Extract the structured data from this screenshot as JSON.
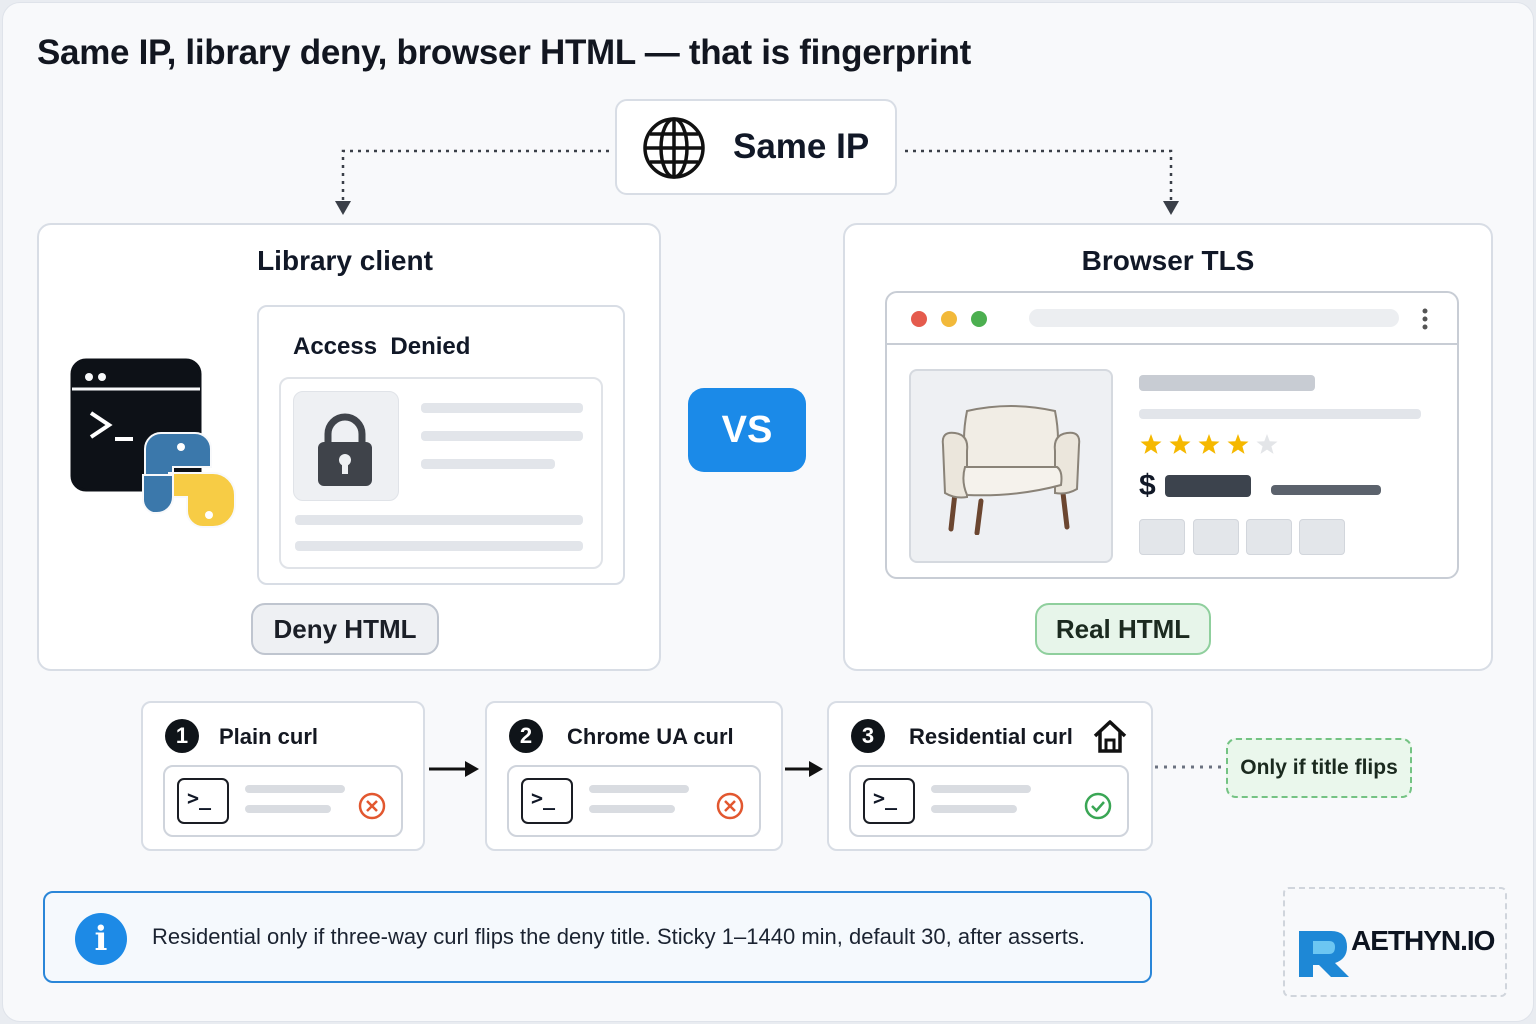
{
  "title": "Same IP, library deny, browser HTML — that is fingerprint",
  "top_node": {
    "label": "Same IP",
    "icon": "globe-icon"
  },
  "left_panel": {
    "title": "Library client",
    "deny_page_title": "Access  Denied",
    "badge": "Deny HTML",
    "icons": [
      "terminal-window-icon",
      "python-logo-icon",
      "padlock-icon"
    ]
  },
  "vs_label": "VS",
  "right_panel": {
    "title": "Browser TLS",
    "price_symbol": "$",
    "rating": 4,
    "rating_max": 5,
    "badge": "Real HTML",
    "icons": [
      "armchair-icon",
      "star-icon"
    ]
  },
  "steps": [
    {
      "number": "1",
      "label": "Plain curl",
      "result": "fail",
      "result_icon": "x-circle-icon"
    },
    {
      "number": "2",
      "label": "Chrome UA curl",
      "result": "fail",
      "result_icon": "x-circle-icon"
    },
    {
      "number": "3",
      "label": "Residential curl",
      "result": "pass",
      "result_icon": "check-circle-icon",
      "extra_icon": "house-icon"
    }
  ],
  "flip_note": "Only if title flips",
  "info_text": "Residential only if three-way curl flips the deny title. Sticky 1–1440 min, default 30, after asserts.",
  "logo_text": "AETHYN.IO",
  "colors": {
    "accent_blue": "#1b8ae8",
    "deny_border": "#bfc5cf",
    "success_green": "#3aa655",
    "fail_red": "#e2572f",
    "star_gold": "#f5b800"
  }
}
